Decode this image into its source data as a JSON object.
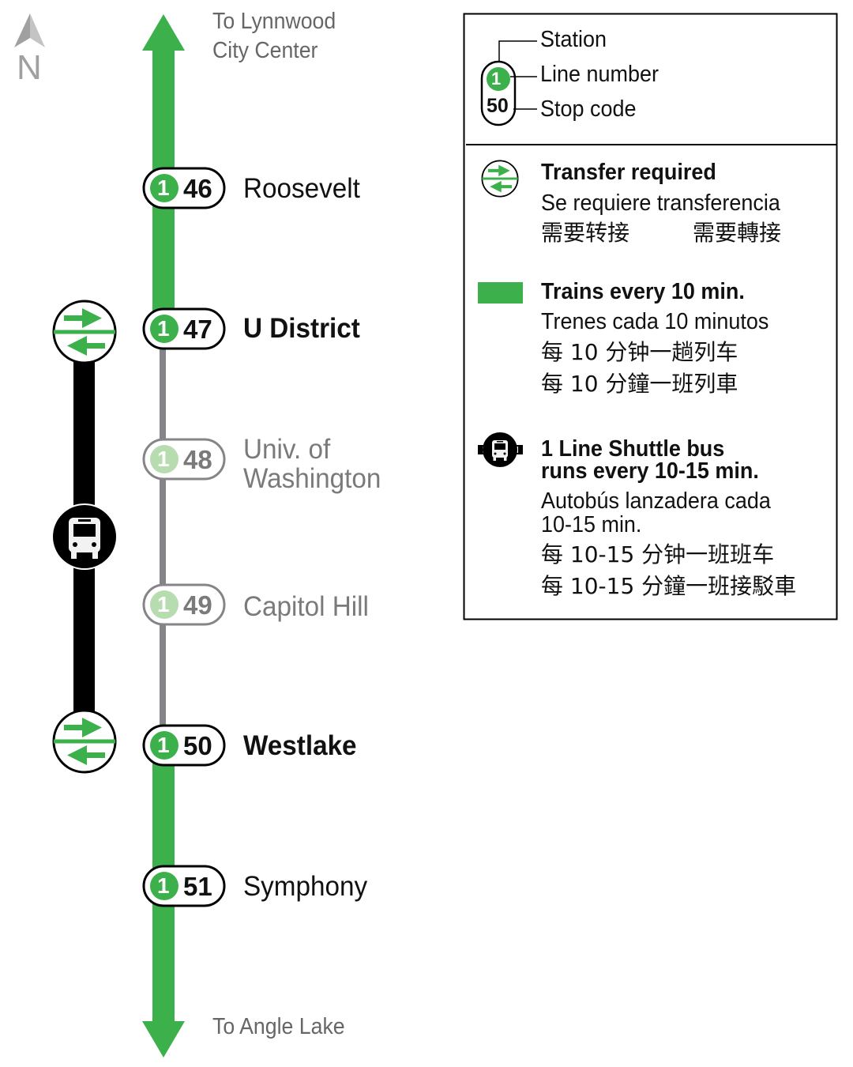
{
  "compass": {
    "label": "N"
  },
  "line": {
    "number": "1",
    "colors": {
      "line": "#3cb04b",
      "line_light": "#b7dcb0",
      "closed": "#858589",
      "shuttle": "#000000"
    },
    "north_terminus": [
      "To Lynnwood",
      "City Center"
    ],
    "south_terminus": "To Angle Lake",
    "stations": [
      {
        "code": "46",
        "name": "Roosevelt",
        "status": "open"
      },
      {
        "code": "47",
        "name": "U District",
        "status": "transfer"
      },
      {
        "code": "48",
        "name": [
          "Univ. of",
          "Washington"
        ],
        "status": "closed"
      },
      {
        "code": "49",
        "name": "Capitol Hill",
        "status": "closed"
      },
      {
        "code": "50",
        "name": "Westlake",
        "status": "transfer"
      },
      {
        "code": "51",
        "name": "Symphony",
        "status": "open"
      }
    ]
  },
  "legend": {
    "badge_example": {
      "line": "1",
      "code": "50"
    },
    "station_label": "Station",
    "line_number_label": "Line number",
    "stop_code_label": "Stop code",
    "transfer": {
      "title": "Transfer required",
      "es": "Se requiere transferencia",
      "zh_s": "需要转接",
      "zh_t": "需要轉接"
    },
    "trains": {
      "title": "Trains every 10 min.",
      "es": "Trenes cada 10 minutos",
      "zh_s": "每 10 分钟一趟列车",
      "zh_t": "每 10 分鐘一班列車"
    },
    "shuttle": {
      "title1": "1 Line Shuttle bus",
      "title2": "runs every 10-15 min.",
      "es1": "Autobús lanzadera cada",
      "es2": "10-15 min.",
      "zh_s": "每 10-15 分钟一班班车",
      "zh_t": "每 10-15 分鐘一班接駁車"
    }
  }
}
